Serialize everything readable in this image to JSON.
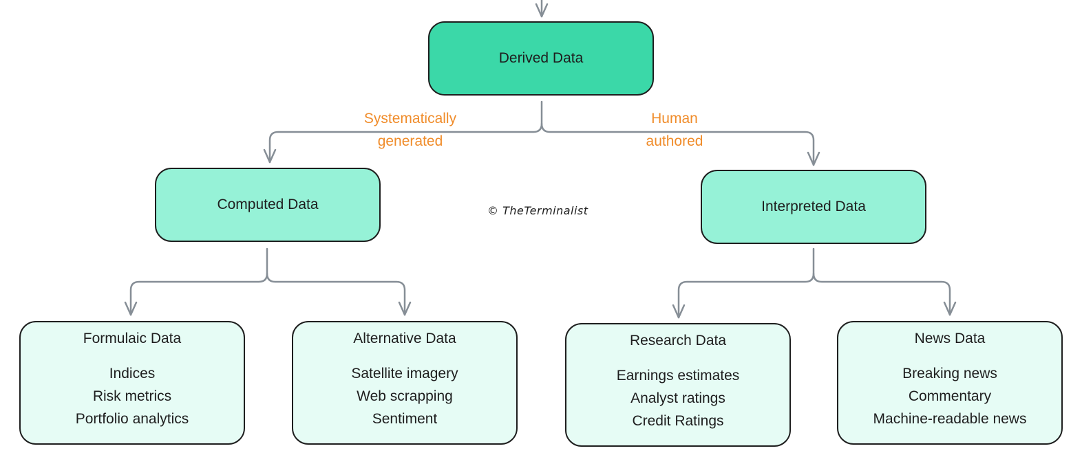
{
  "root": {
    "label": "Derived Data"
  },
  "branches": [
    {
      "edge_label": [
        "Systematically",
        "generated"
      ],
      "label": "Computed Data"
    },
    {
      "edge_label": [
        "Human",
        "authored"
      ],
      "label": "Interpreted Data"
    }
  ],
  "leaves": [
    {
      "title": "Formulaic Data",
      "items": [
        "Indices",
        "Risk metrics",
        "Portfolio analytics"
      ]
    },
    {
      "title": "Alternative Data",
      "items": [
        "Satellite imagery",
        "Web scrapping",
        "Sentiment"
      ]
    },
    {
      "title": "Research Data",
      "items": [
        "Earnings estimates",
        "Analyst ratings",
        "Credit Ratings"
      ]
    },
    {
      "title": "News Data",
      "items": [
        "Breaking news",
        "Commentary",
        "Machine-readable news"
      ]
    }
  ],
  "watermark": "© TheTerminalist",
  "colors": {
    "root": "#3bd8a8",
    "mid": "#96f2d7",
    "leaf": "#e6fcf5",
    "edge": "#868e96",
    "edge_label": "#f08c2a"
  }
}
